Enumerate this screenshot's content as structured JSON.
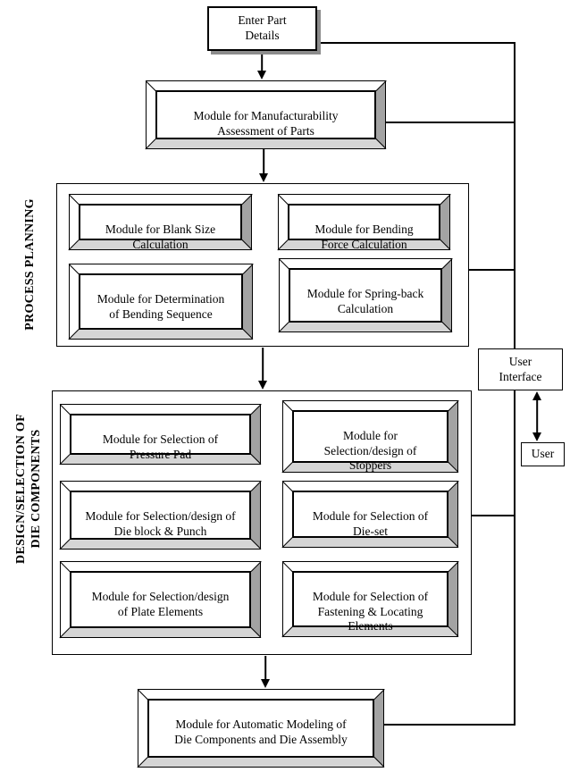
{
  "diagram": {
    "nodes": {
      "enter_part_details": "Enter Part\nDetails",
      "manufacturability": "Module for Manufacturability\nAssessment of Parts",
      "automatic_modeling": "Module for Automatic Modeling of\nDie Components and Die Assembly",
      "user_interface": "User\nInterface",
      "user": "User"
    },
    "process_planning": {
      "label": "PROCESS PLANNING",
      "blank_size": "Module for Blank Size\nCalculation",
      "bending_force": "Module for Bending\nForce Calculation",
      "bending_sequence": "Module for Determination\nof Bending Sequence",
      "spring_back": "Module for Spring-back\nCalculation"
    },
    "design_selection": {
      "label": "DESIGN/SELECTION OF\nDIE COMPONENTS",
      "pressure_pad": "Module for Selection of\nPressure Pad",
      "stoppers": "Module for\nSelection/design of\nStoppers",
      "die_block_punch": "Module for Selection/design of\nDie block & Punch",
      "die_set": "Module for Selection of\nDie-set",
      "plate_elements": "Module for Selection/design\nof Plate Elements",
      "fastening_locating": "Module for Selection of\nFastening & Locating\nElements"
    },
    "colors": {
      "line": "#000000",
      "background": "#ffffff",
      "bevel_side": "#a3a3a3",
      "bevel_bottom": "#d5d5d5",
      "box_shadow": "#8c8c8c"
    }
  }
}
